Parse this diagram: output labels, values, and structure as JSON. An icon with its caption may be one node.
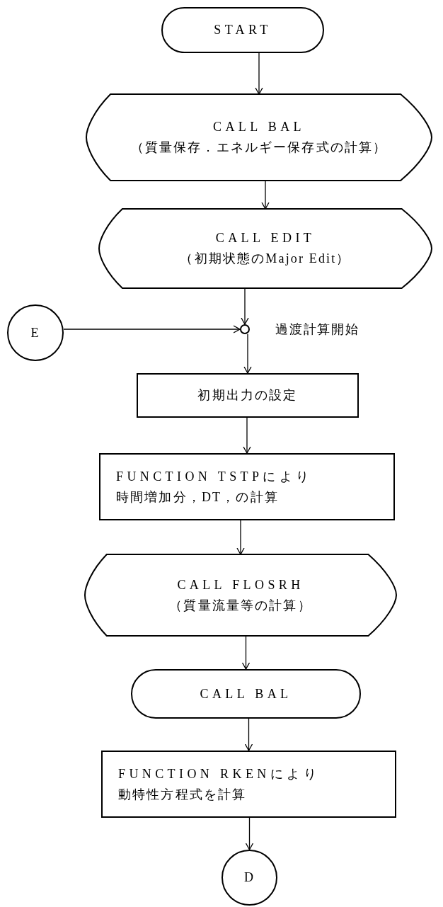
{
  "diagram": {
    "nodes": [
      {
        "text": [
          "START"
        ]
      },
      {
        "text": [
          "CALL BAL",
          "（質量保存．エネルギー保存式の計算）"
        ]
      },
      {
        "text": [
          "CALL EDIT",
          "（初期状態のMajor Edit）"
        ]
      },
      {
        "text": [
          "E"
        ]
      },
      {
        "text": [],
        "shape": "circle",
        "beside": [
          "過渡計算開始"
        ]
      },
      {
        "text": [
          "初期出力の設定"
        ]
      },
      {
        "text": [
          "FUNCTION TSTPにより",
          "時間増加分，DT，の計算"
        ]
      },
      {
        "text": [
          "CALL FLOSRH",
          "（質量流量等の計算）"
        ]
      },
      {
        "text": [
          "CALL BAL"
        ]
      },
      {
        "text": [
          "FUNCTION RKENにより",
          "動特性方程式を計算"
        ]
      },
      {
        "text": [
          "D"
        ]
      }
    ],
    "edges": [
      {
        "from": 0,
        "to": 1,
        "arrow": "to"
      },
      {
        "from": 1,
        "to": 2,
        "arrow": "to"
      },
      {
        "from": 2,
        "to": 4,
        "arrow": "to"
      },
      {
        "from": 3,
        "to": 4,
        "arrow": "to"
      },
      {
        "from": 4,
        "to": 5,
        "arrow": "to"
      },
      {
        "from": 5,
        "to": 6,
        "arrow": "to"
      },
      {
        "from": 6,
        "to": 7,
        "arrow": "to"
      },
      {
        "from": 7,
        "to": 8,
        "arrow": "to"
      },
      {
        "from": 8,
        "to": 9,
        "arrow": "to"
      },
      {
        "from": 9,
        "to": 10,
        "arrow": "to"
      }
    ]
  }
}
